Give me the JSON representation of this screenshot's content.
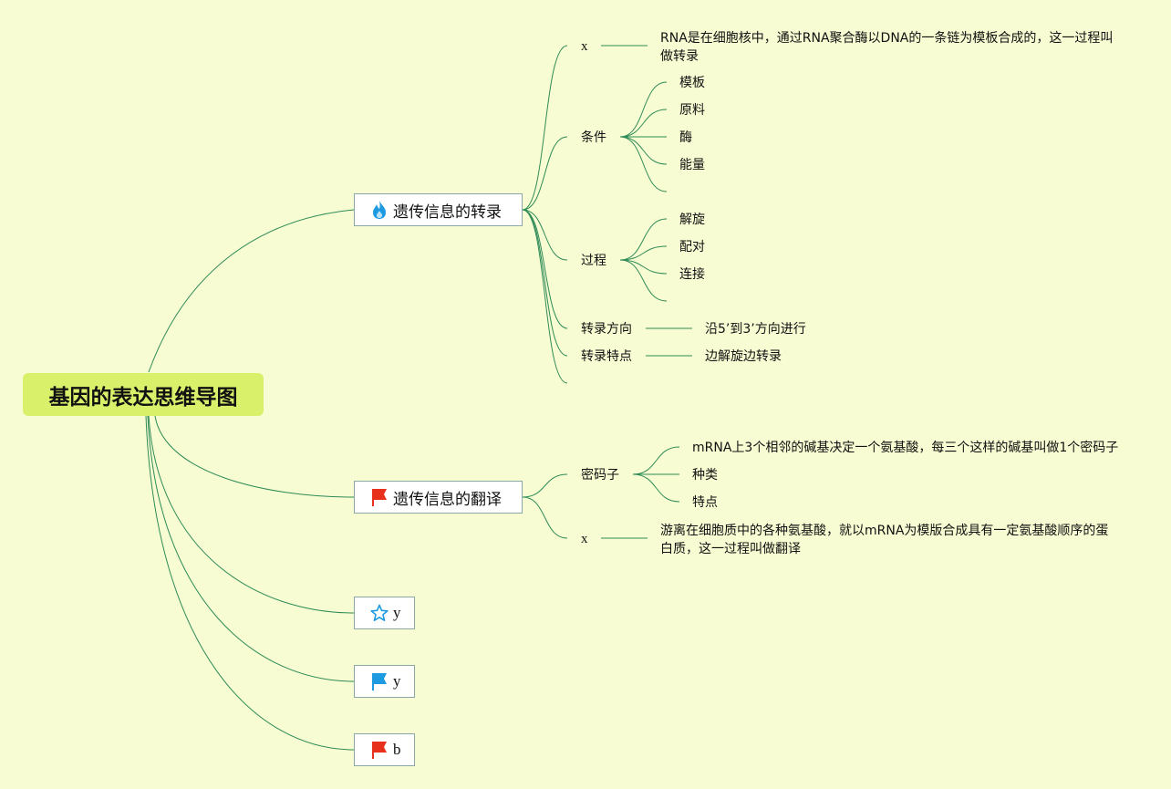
{
  "root": {
    "label": "基因的表达思维导图"
  },
  "colors": {
    "background": "#f8fcd2",
    "root_fill": "#d9f06a",
    "line": "#2e8b57",
    "flame": "#1e9be0",
    "red_flag": "#e8311c",
    "blue_flag": "#1e9be0"
  },
  "branches": {
    "transcription": {
      "label": "遗传信息的转录",
      "icon": "flame-icon",
      "x_label": "x",
      "x_text": "RNA是在细胞核中，通过RNA聚合酶以DNA的一条链为模板合成的，这一过程叫做转录",
      "conditions": {
        "label": "条件",
        "items": [
          "模板",
          "原料",
          "酶",
          "能量"
        ]
      },
      "process": {
        "label": "过程",
        "items": [
          "解旋",
          "配对",
          "连接"
        ]
      },
      "direction": {
        "label": "转录方向",
        "value": "沿5’到3’方向进行"
      },
      "feature": {
        "label": "转录特点",
        "value": "边解旋边转录"
      }
    },
    "translation": {
      "label": "遗传信息的翻译",
      "icon": "red-flag-icon",
      "codon": {
        "label": "密码子",
        "items": [
          "mRNA上3个相邻的碱基决定一个氨基酸，每三个这样的碱基叫做1个密码子",
          "种类",
          "特点"
        ]
      },
      "x_label": "x",
      "x_text": "游离在细胞质中的各种氨基酸，就以mRNA为模版合成具有一定氨基酸顺序的蛋白质，这一过程叫做翻译"
    },
    "node_y1": {
      "label": "y",
      "icon": "star-icon"
    },
    "node_y2": {
      "label": "y",
      "icon": "blue-flag-icon"
    },
    "node_b": {
      "label": "b",
      "icon": "red-flag-icon"
    }
  }
}
